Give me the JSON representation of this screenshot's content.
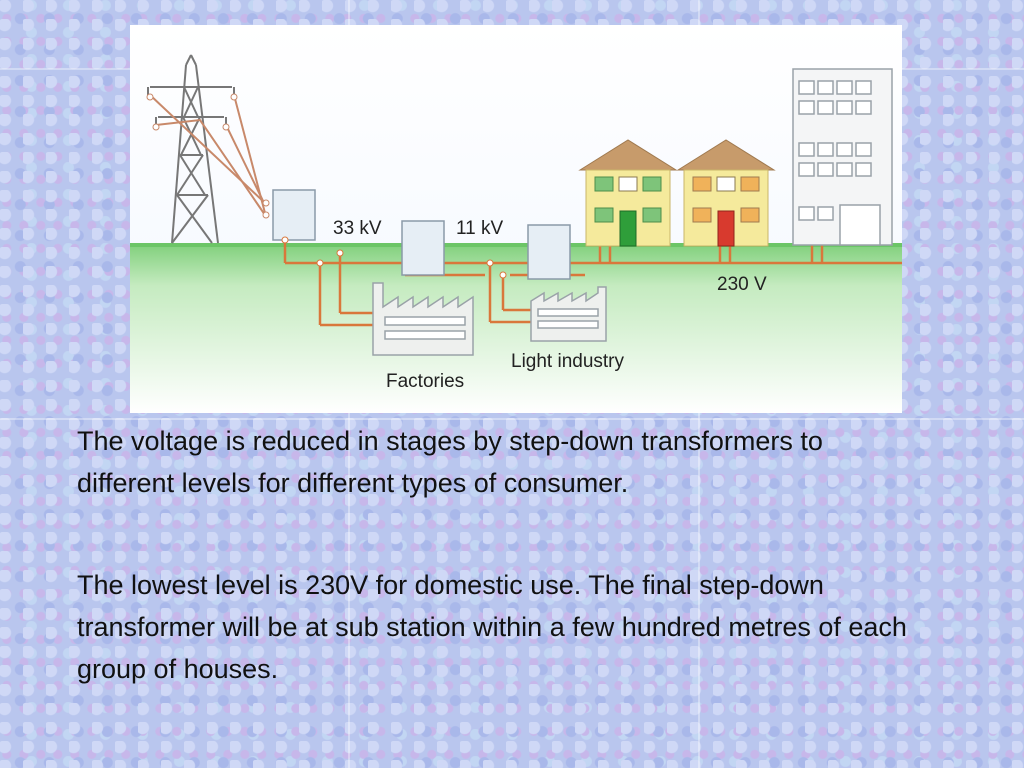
{
  "diagram": {
    "labels": {
      "kv33": "33 kV",
      "kv11": "11 kV",
      "v230": "230 V",
      "factories": "Factories",
      "light_industry": "Light industry"
    }
  },
  "text": {
    "paragraph1": "The voltage is reduced in stages by step-down transformers to different levels for different types of consumer.",
    "paragraph2": "The lowest level is 230V for domestic use. The final step-down transformer will be at sub station within a few hundred metres of each group of houses."
  },
  "colors": {
    "ground": "#8dd18a",
    "cable": "#d9773b",
    "pylon": "#7a7a7a",
    "house_wall": "#f5ea9c",
    "roof": "#c79b6b"
  }
}
